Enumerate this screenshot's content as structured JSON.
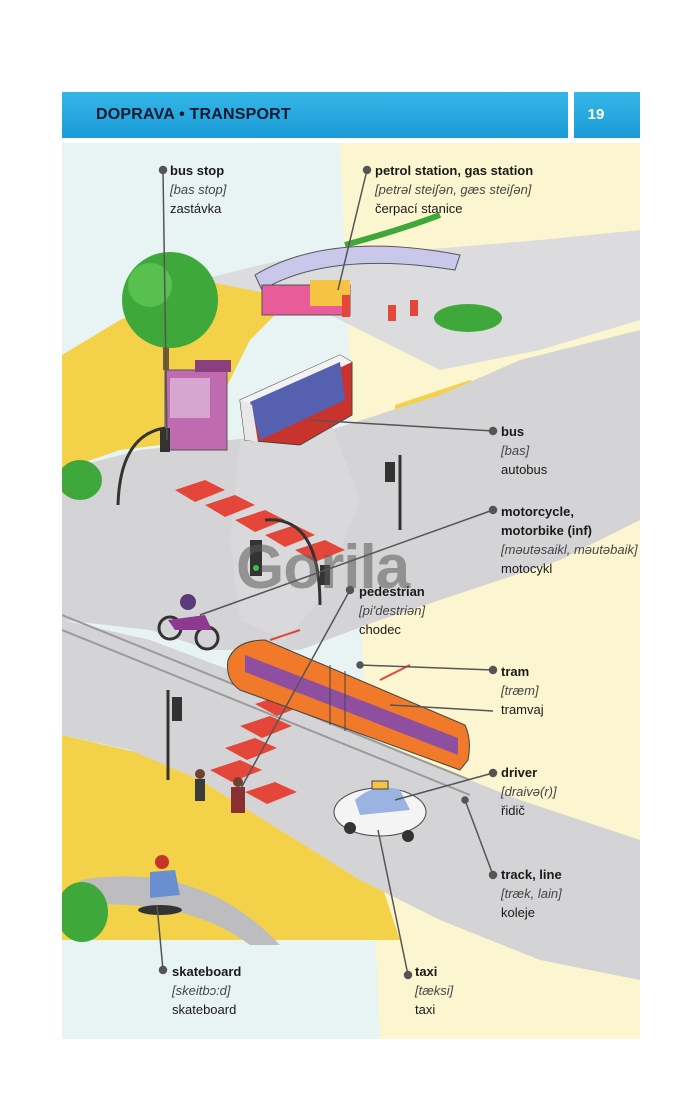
{
  "header": {
    "title": "DOPRAVA • TRANSPORT",
    "page_number": "19"
  },
  "watermark": "Gorila",
  "labels": [
    {
      "id": "bus-stop",
      "en": "bus stop",
      "ipa": "[bas stop]",
      "cz": "zastávka"
    },
    {
      "id": "petrol-station",
      "en": "petrol station, gas station",
      "ipa": "[petrəl steiʃən, gæs steiʃən]",
      "cz": "čerpací stanice"
    },
    {
      "id": "bus",
      "en": "bus",
      "ipa": "[bas]",
      "cz": "autobus"
    },
    {
      "id": "motorcycle",
      "en": "motorcycle,",
      "en2": "motorbike (inf)",
      "ipa": "[məutəsaikl, məutəbaik]",
      "cz": "motocykl"
    },
    {
      "id": "pedestrian",
      "en": "pedestrian",
      "ipa": "[pi'destriən]",
      "cz": "chodec"
    },
    {
      "id": "tram",
      "en": "tram",
      "ipa": "[træm]",
      "cz": "tramvaj"
    },
    {
      "id": "driver",
      "en": "driver",
      "ipa": "[draivə(r)]",
      "cz": "řidič"
    },
    {
      "id": "track",
      "en": "track, line",
      "ipa": "[træk, lain]",
      "cz": "koleje"
    },
    {
      "id": "skateboard",
      "en": "skateboard",
      "ipa": "[skeitbɔ:d]",
      "cz": "skateboard"
    },
    {
      "id": "taxi",
      "en": "taxi",
      "ipa": "[tæksi]",
      "cz": "taxi"
    }
  ],
  "colors": {
    "header_blue": "#1a9bd6",
    "road_gray": "#d4d4d6",
    "grass_yellow": "#f3d24a",
    "pale_cream": "#fbf6cf"
  }
}
